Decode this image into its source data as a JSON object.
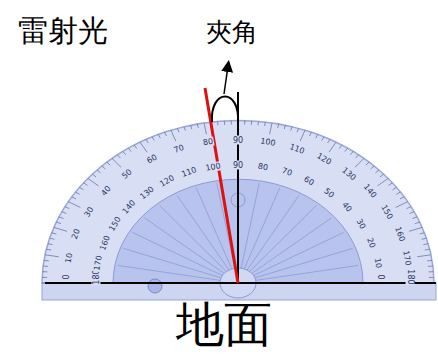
{
  "diagram": {
    "labels": [
      "雷射光",
      "夾角",
      "地面",
      "0",
      "10",
      "20",
      "30",
      "40",
      "50",
      "60",
      "70",
      "80",
      "90",
      "100",
      "110",
      "120",
      "130",
      "140",
      "150",
      "160",
      "170",
      "180",
      "180",
      "170",
      "160",
      "150",
      "140",
      "130",
      "120",
      "110",
      "100",
      "90",
      "80",
      "70",
      "60",
      "50",
      "40",
      "30",
      "20",
      "10",
      "0"
    ]
  }
}
